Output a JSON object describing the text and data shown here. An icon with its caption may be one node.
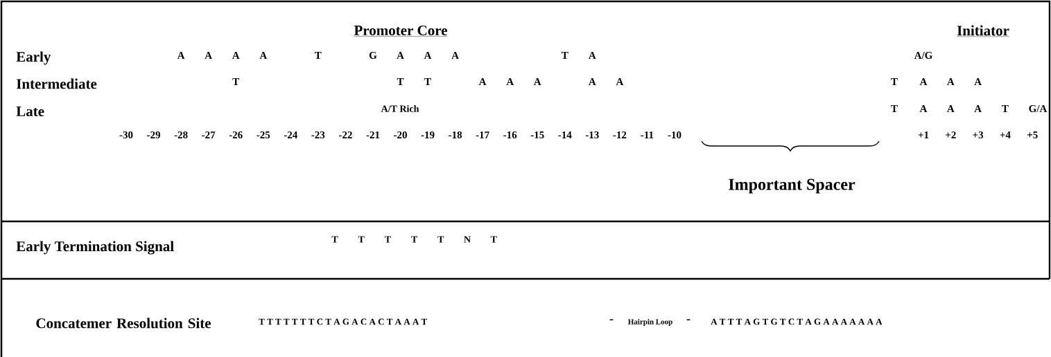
{
  "diagram": {
    "labels": [
      "Promoter Core",
      "Initiator",
      "Early",
      "A",
      "A",
      "A",
      "A",
      "T",
      "G",
      "A",
      "A",
      "A",
      "T",
      "A",
      "A/G",
      "Intermediate",
      "T",
      "T",
      "T",
      "A",
      "A",
      "A",
      "A",
      "A",
      "T",
      "A",
      "A",
      "A",
      "Late",
      "A/T Rich",
      "T",
      "A",
      "A",
      "A",
      "T",
      "G/A",
      "-30",
      "-29",
      "-28",
      "-27",
      "-26",
      "-25",
      "-24",
      "-23",
      "-22",
      "-21",
      "-20",
      "-19",
      "-18",
      "-17",
      "-16",
      "-15",
      "-14",
      "-13",
      "-12",
      "-11",
      "-10",
      "+1",
      "+2",
      "+3",
      "+4",
      "+5",
      "Important Spacer",
      "Early Termination Signal",
      "T",
      "T",
      "T",
      "T",
      "T",
      "N",
      "T",
      "Concatemer Resolution Site",
      "T T T T T T T C T A G A C A C T A A A T",
      "-",
      "Hairpin Loop",
      "-",
      "A T T T A G T G T C T A G A A A A A A A"
    ]
  }
}
